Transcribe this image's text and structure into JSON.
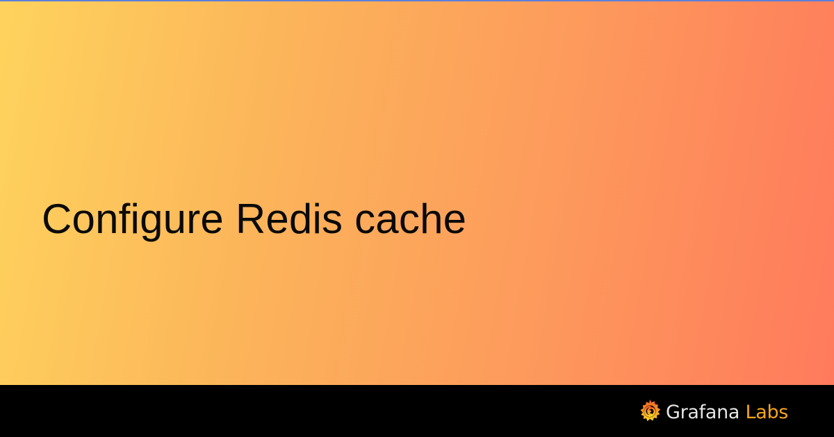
{
  "title": "Configure Redis cache",
  "footer": {
    "logo_icon": "grafana-logo-icon",
    "brand_primary": "Grafana",
    "brand_secondary": "Labs"
  },
  "colors": {
    "top_line": "#5b7fdb",
    "gradient_start": "#fed35d",
    "gradient_end": "#ff7a5c",
    "footer_bg": "#000000",
    "title_text": "#0a0a0a",
    "brand_primary": "#e6e6e6",
    "brand_secondary": "#f8a51d"
  }
}
